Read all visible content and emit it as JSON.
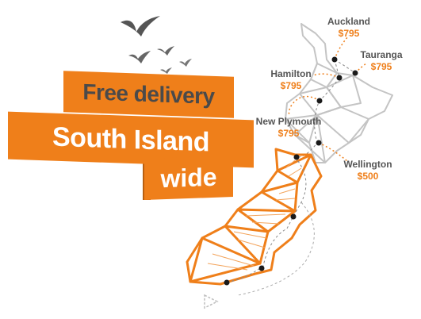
{
  "banner": {
    "line1": "Free delivery",
    "line2": "South Island",
    "line3": "wide"
  },
  "cities": [
    {
      "name": "Auckland",
      "price": "$795"
    },
    {
      "name": "Tauranga",
      "price": "$795"
    },
    {
      "name": "Hamilton",
      "price": "$795"
    },
    {
      "name": "New Plymouth",
      "price": "$795"
    },
    {
      "name": "Wellington",
      "price": "$500"
    }
  ],
  "colors": {
    "accent": "#ef7f1a",
    "text": "#4a4a4a",
    "map_outline": "#bdbdbd"
  }
}
